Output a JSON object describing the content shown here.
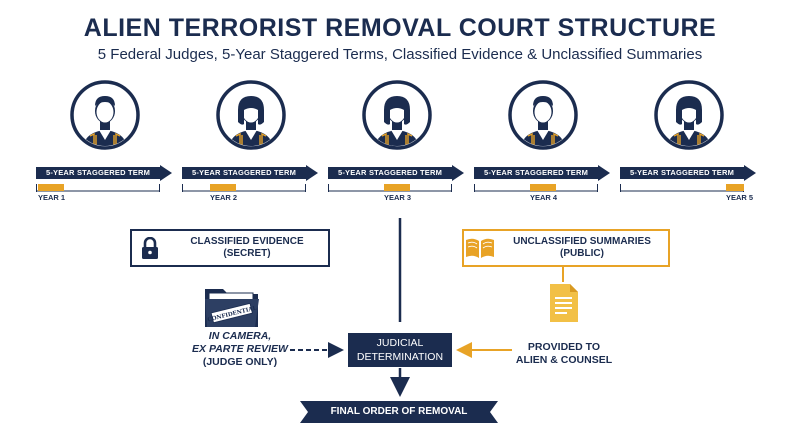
{
  "title": "ALIEN TERRORIST REMOVAL COURT STRUCTURE",
  "subtitle": "5 Federal Judges, 5-Year Staggered Terms, Classified Evidence & Unclassified Summaries",
  "judges": [
    {
      "term_label": "5-YEAR STAGGERED TERM",
      "year": "YEAR 1",
      "gender": "male",
      "year_index": 0
    },
    {
      "term_label": "5-YEAR STAGGERED TERM",
      "year": "YEAR 2",
      "gender": "female",
      "year_index": 1
    },
    {
      "term_label": "5-YEAR STAGGERED TERM",
      "year": "YEAR 3",
      "gender": "female",
      "year_index": 2
    },
    {
      "term_label": "5-YEAR STAGGERED TERM",
      "year": "YEAR 4",
      "gender": "male",
      "year_index": 3
    },
    {
      "term_label": "5-YEAR STAGGERED TERM",
      "year": "YEAR 5",
      "gender": "female",
      "year_index": 4
    }
  ],
  "classified": {
    "line1": "CLASSIFIED EVIDENCE",
    "line2": "(SECRET)",
    "stamp": "CONFIDENTIAL",
    "review_line1": "IN CAMERA,",
    "review_line2": "EX PARTE REVIEW",
    "review_line3": "(JUDGE ONLY)"
  },
  "unclassified": {
    "line1": "UNCLASSIFIED SUMMARIES",
    "line2": "(PUBLIC)",
    "provided_line1": "PROVIDED TO",
    "provided_line2": "ALIEN & COUNSEL"
  },
  "judicial": {
    "line1": "JUDICIAL",
    "line2": "DETERMINATION"
  },
  "final": "FINAL ORDER OF REMOVAL",
  "colors": {
    "navy": "#1b2c4f",
    "gold": "#e8a326",
    "paper": "#f2c046",
    "white": "#ffffff"
  }
}
